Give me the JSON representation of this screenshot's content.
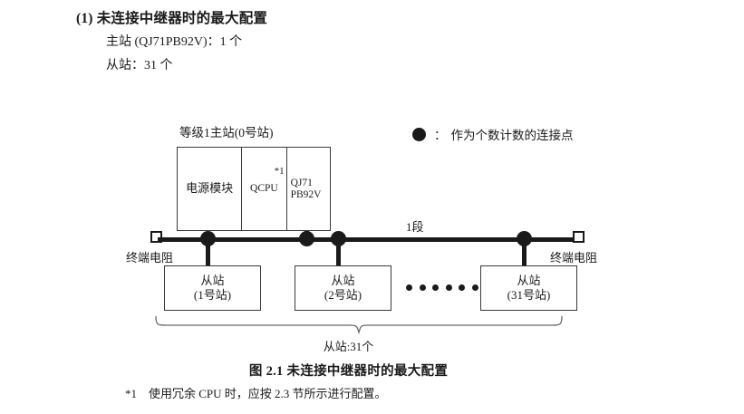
{
  "section": {
    "number": "(1)",
    "title": "未连接中继器时的最大配置",
    "spec_master": "主站 (QJ71PB92V)：1 个",
    "spec_slave": "从站：31 个"
  },
  "legend": {
    "symbol": "filled-circle",
    "separator": "：",
    "text": "作为个数计数的连接点"
  },
  "master": {
    "caption": "等级1主站(0号站)",
    "slots": [
      {
        "label": "电源模块",
        "footmark": ""
      },
      {
        "label": "QCPU",
        "footmark": "*1"
      },
      {
        "label_line1": "QJ71",
        "label_line2": "PB92V",
        "footmark": ""
      }
    ]
  },
  "bus": {
    "segment_label": "1段",
    "terminator_left": "终端电阻",
    "terminator_right": "终端电阻",
    "node_count": 4
  },
  "slaves": [
    {
      "name": "从站",
      "station": "(1号站)"
    },
    {
      "name": "从站",
      "station": "(2号站)"
    },
    {
      "name": "从站",
      "station": "(31号站)"
    }
  ],
  "ellipsis_dots": 6,
  "brace": {
    "total_label": "从站:31个"
  },
  "figure": {
    "caption": "图 2.1  未连接中继器时的最大配置"
  },
  "footnote": {
    "mark": "*1",
    "text": "使用冗余 CPU 时，应按 2.3 节所示进行配置。"
  }
}
